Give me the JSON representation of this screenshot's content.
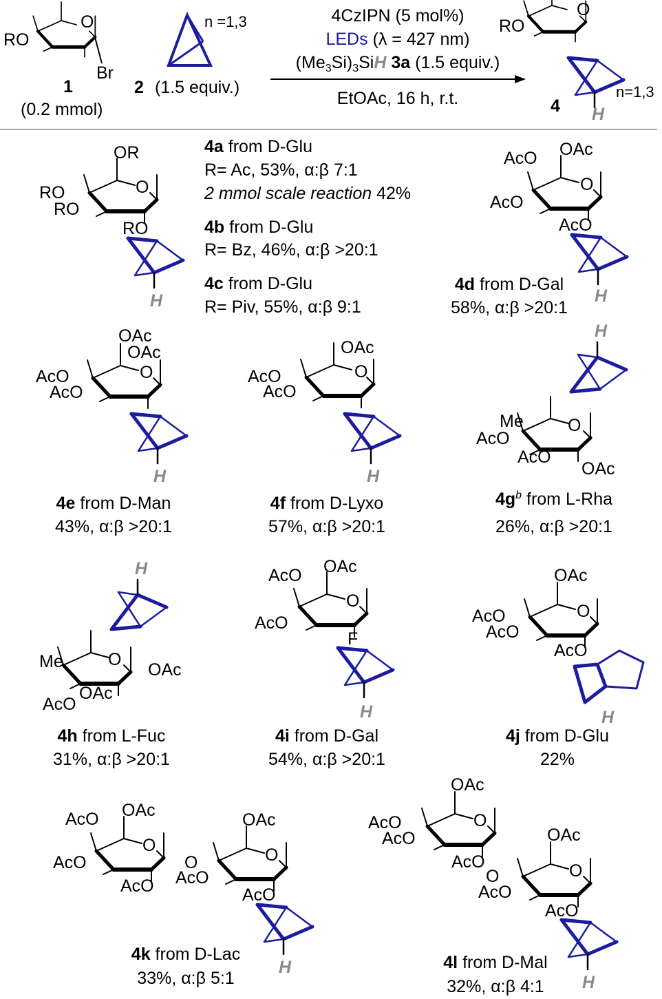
{
  "scheme": {
    "reactant1": {
      "ro": "RO",
      "o": "O",
      "br": "Br",
      "id": "1",
      "amount": "(0.2 mmol)"
    },
    "reactant2": {
      "n": "n =1,3",
      "id": "2",
      "equiv": "(1.5 equiv.)"
    },
    "conditions": {
      "catalyst": "4CzIPN (5 mol%)",
      "light_label": "LEDs",
      "light_detail": " (λ = 427 nm)",
      "reagent": {
        "p1": "(Me",
        "sub1": "3",
        "p2": "Si)",
        "sub2": "3",
        "p3": "Si",
        "h": "H",
        "id": "3a",
        "equiv": " (1.5 equiv.)"
      },
      "solvent": "EtOAc, 16 h, r.t."
    },
    "product": {
      "ro": "RO",
      "o": "O",
      "n": "n=1,3",
      "id": "4",
      "h": "H"
    }
  },
  "compounds": {
    "c4a": {
      "labels": [
        "OR",
        "O",
        "RO",
        "RO",
        "RO",
        "H"
      ],
      "lines": [
        {
          "id": "4a",
          "text": " from D-Glu"
        },
        {
          "text": "R= Ac, 53%, α:β 7:1"
        },
        {
          "text": "2 mmol scale reaction",
          "tail": " 42%"
        },
        {
          "id": "4b",
          "text": " from D-Glu"
        },
        {
          "text": "R= Bz, 46%, α:β >20:1"
        },
        {
          "id": "4c",
          "text": " from D-Glu"
        },
        {
          "text": "R= Piv, 55%, α:β 9:1"
        }
      ]
    },
    "c4d": {
      "labels": [
        "AcO",
        "OAc",
        "O",
        "AcO",
        "AcO",
        "H"
      ],
      "id": "4d",
      "source": " from D-Gal",
      "result": "58%, α:β >20:1"
    },
    "c4e": {
      "labels": [
        "OAc",
        "OAc",
        "O",
        "AcO",
        "AcO",
        "H"
      ],
      "id": "4e",
      "source": " from D-Man",
      "result": "43%, α:β >20:1"
    },
    "c4f": {
      "labels": [
        "OAc",
        "AcO",
        "AcO",
        "O",
        "H"
      ],
      "id": "4f",
      "source": " from D-Lyxo",
      "result": "57%, α:β >20:1"
    },
    "c4g": {
      "labels": [
        "H",
        "Me",
        "O",
        "AcO",
        "AcO",
        "OAc"
      ],
      "id": "4g",
      "sup": "b",
      "source": " from L-Rha",
      "result": "26%, α:β >20:1"
    },
    "c4h": {
      "labels": [
        "H",
        "Me",
        "O",
        "OAc",
        "OAc",
        "AcO"
      ],
      "id": "4h",
      "source": " from L-Fuc",
      "result": "31%, α:β >20:1"
    },
    "c4i": {
      "labels": [
        "AcO",
        "OAc",
        "O",
        "AcO",
        "F",
        "H"
      ],
      "id": "4i",
      "source": " from D-Gal",
      "result": "54%, α:β >20:1"
    },
    "c4j": {
      "labels": [
        "OAc",
        "O",
        "AcO",
        "AcO",
        "AcO",
        "H"
      ],
      "id": "4j",
      "source": " from D-Glu",
      "result": "22%"
    },
    "c4k": {
      "labels": [
        "AcO",
        "OAc",
        "O",
        "AcO",
        "O",
        "AcO",
        "AcO",
        "OAc",
        "O",
        "AcO",
        "H"
      ],
      "id": "4k",
      "source": " from D-Lac",
      "result": "33%, α:β 5:1"
    },
    "c4l": {
      "labels": [
        "OAc",
        "AcO",
        "O",
        "AcO",
        "AcO",
        "O",
        "AcO",
        "OAc",
        "O",
        "AcO",
        "H"
      ],
      "id": "4l",
      "source": " from D-Mal",
      "result": "32%, α:β 4:1"
    }
  },
  "colors": {
    "bcp": "#1c1c9e",
    "hydrogen": "#8a8a8a"
  }
}
